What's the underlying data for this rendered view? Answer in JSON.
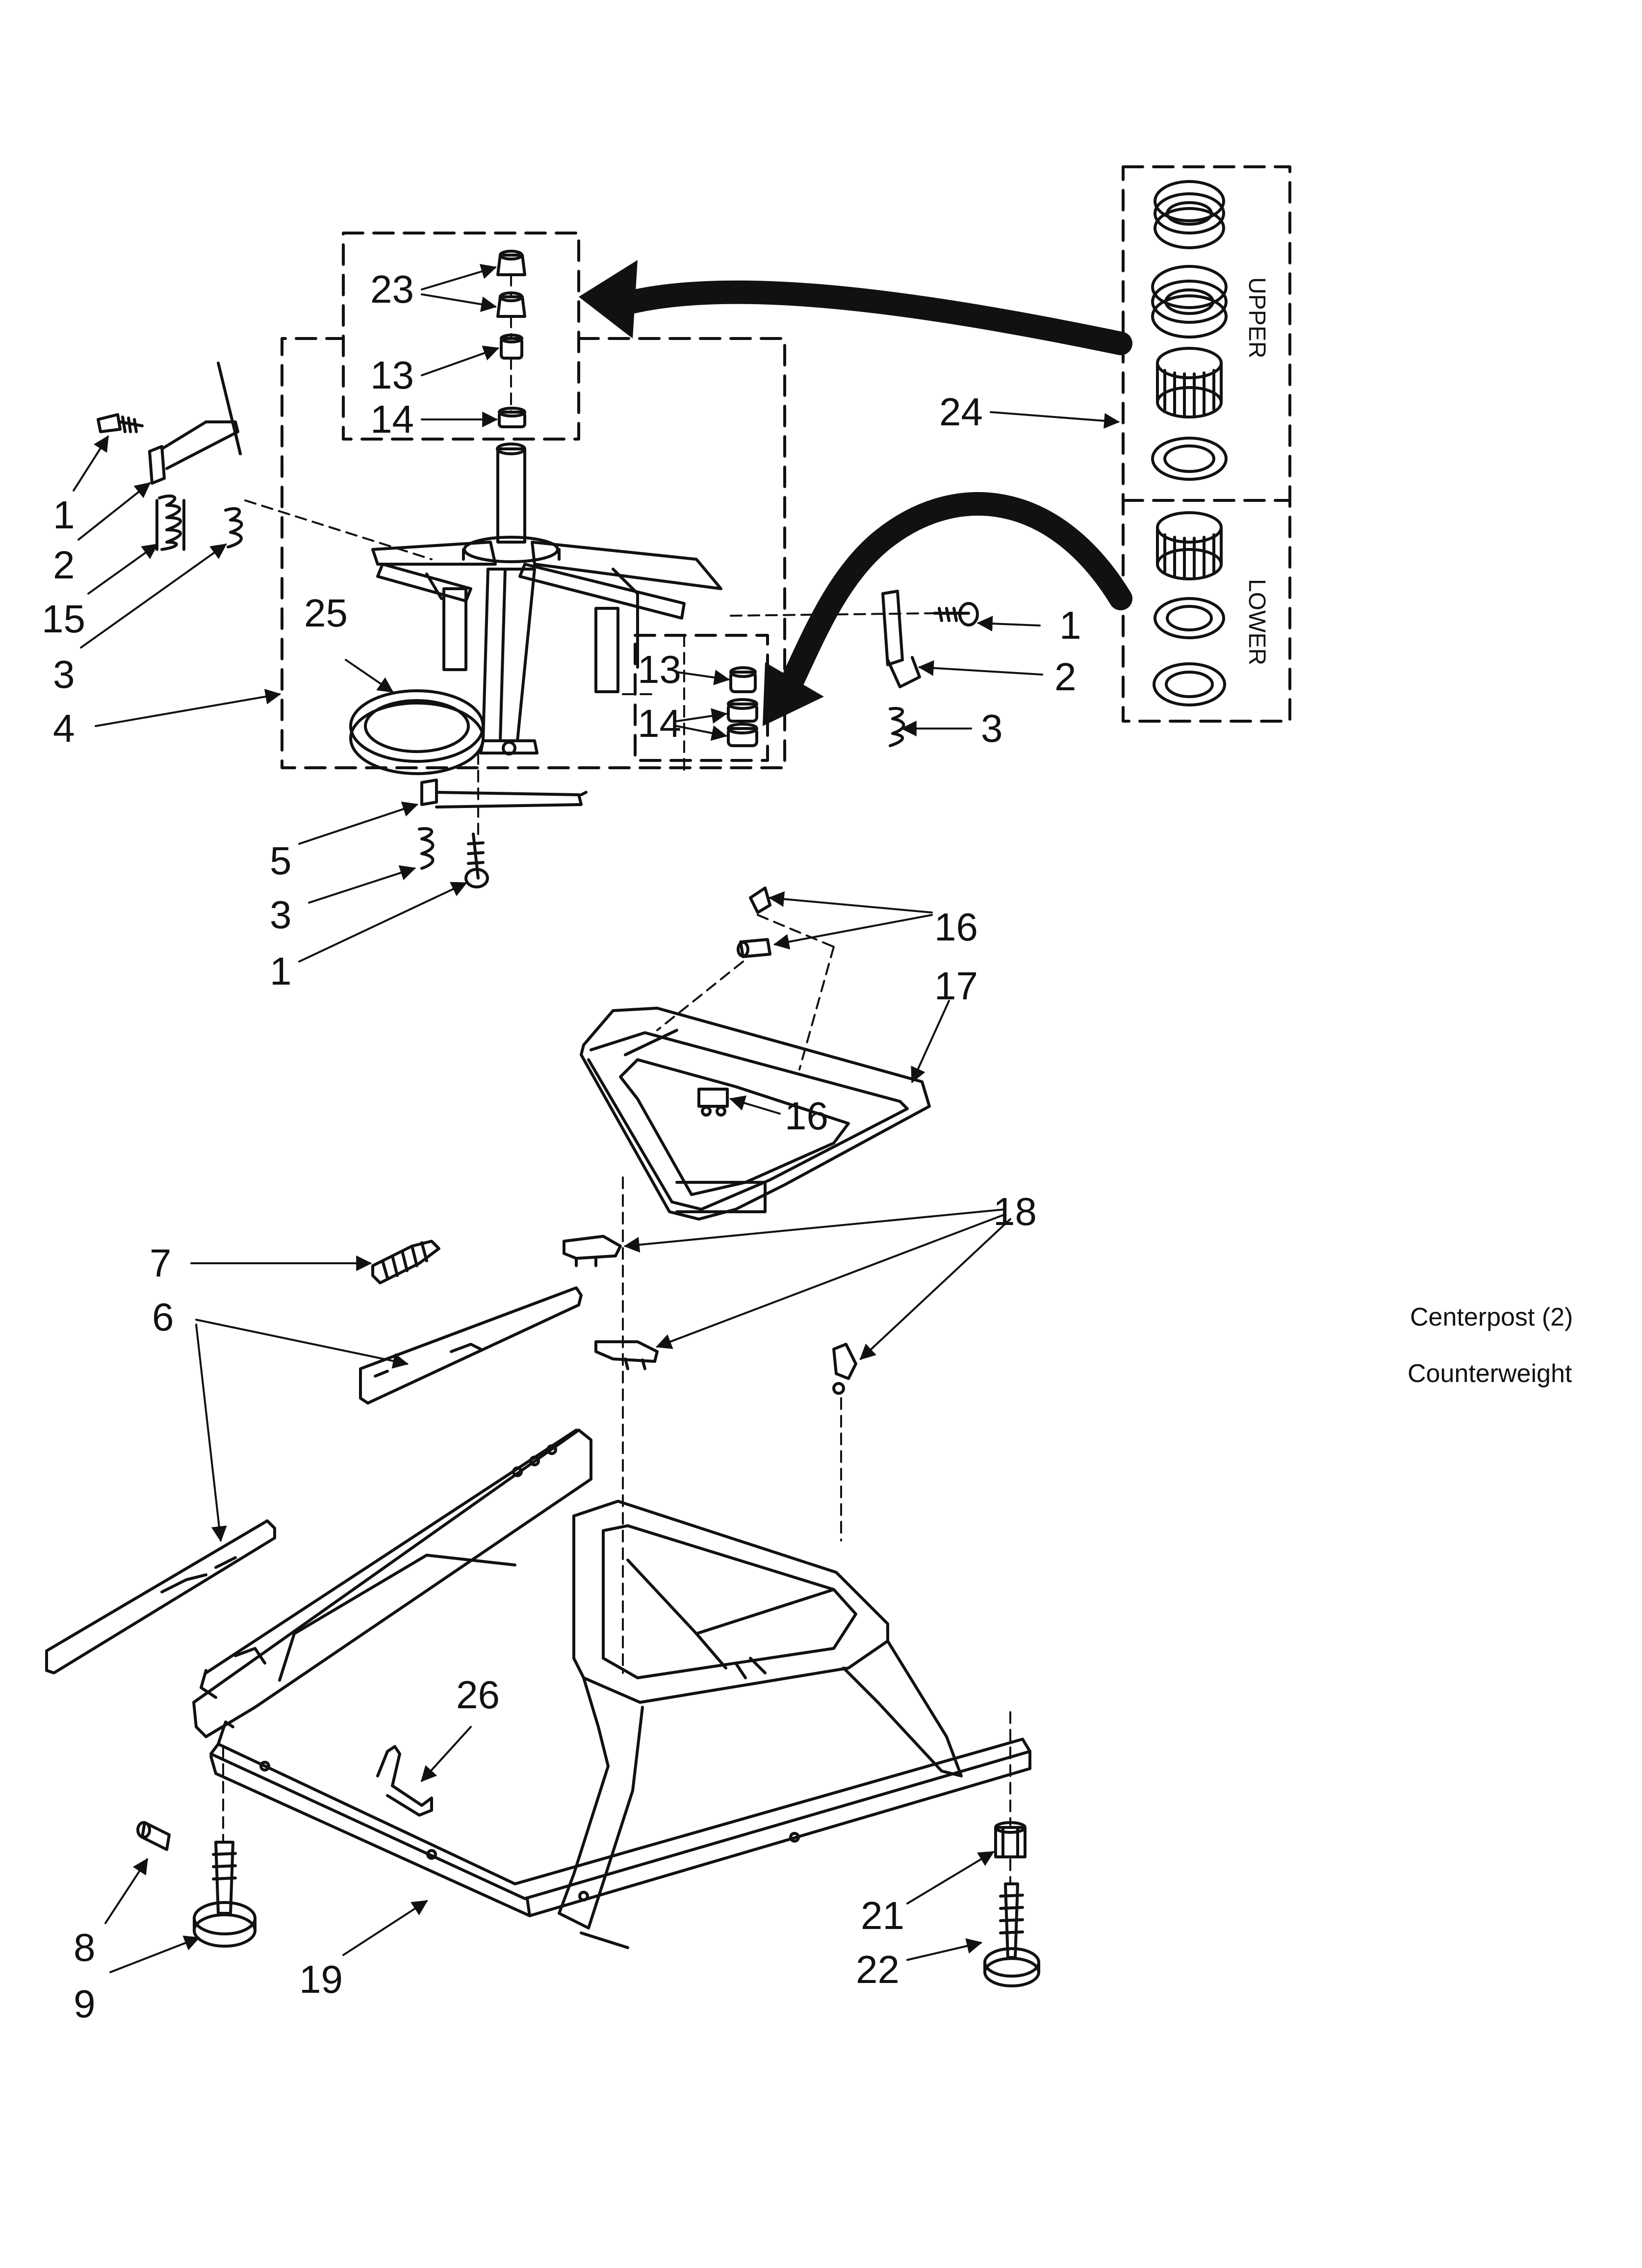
{
  "callouts": {
    "c1a": "1",
    "c2a": "2",
    "c15": "15",
    "c3a": "3",
    "c4": "4",
    "c25": "25",
    "c23": "23",
    "c13a": "13",
    "c14a": "14",
    "c24": "24",
    "c1b": "1",
    "c2b": "2",
    "c3b": "3",
    "c13b": "13",
    "c14b": "14",
    "c5": "5",
    "c3c": "3",
    "c1c": "1",
    "c16a": "16",
    "c17": "17",
    "c16b": "16",
    "c18": "18",
    "c7": "7",
    "c6": "6",
    "c26": "26",
    "c8": "8",
    "c9": "9",
    "c19": "19",
    "c21": "21",
    "c22": "22"
  },
  "kit_labels": {
    "upper": "UPPER",
    "lower": "LOWER"
  },
  "legend": {
    "centerpost": "Centerpost (2)",
    "counterweight": "Counterweight"
  },
  "colors": {
    "ink": "#111111",
    "paper": "#ffffff"
  }
}
